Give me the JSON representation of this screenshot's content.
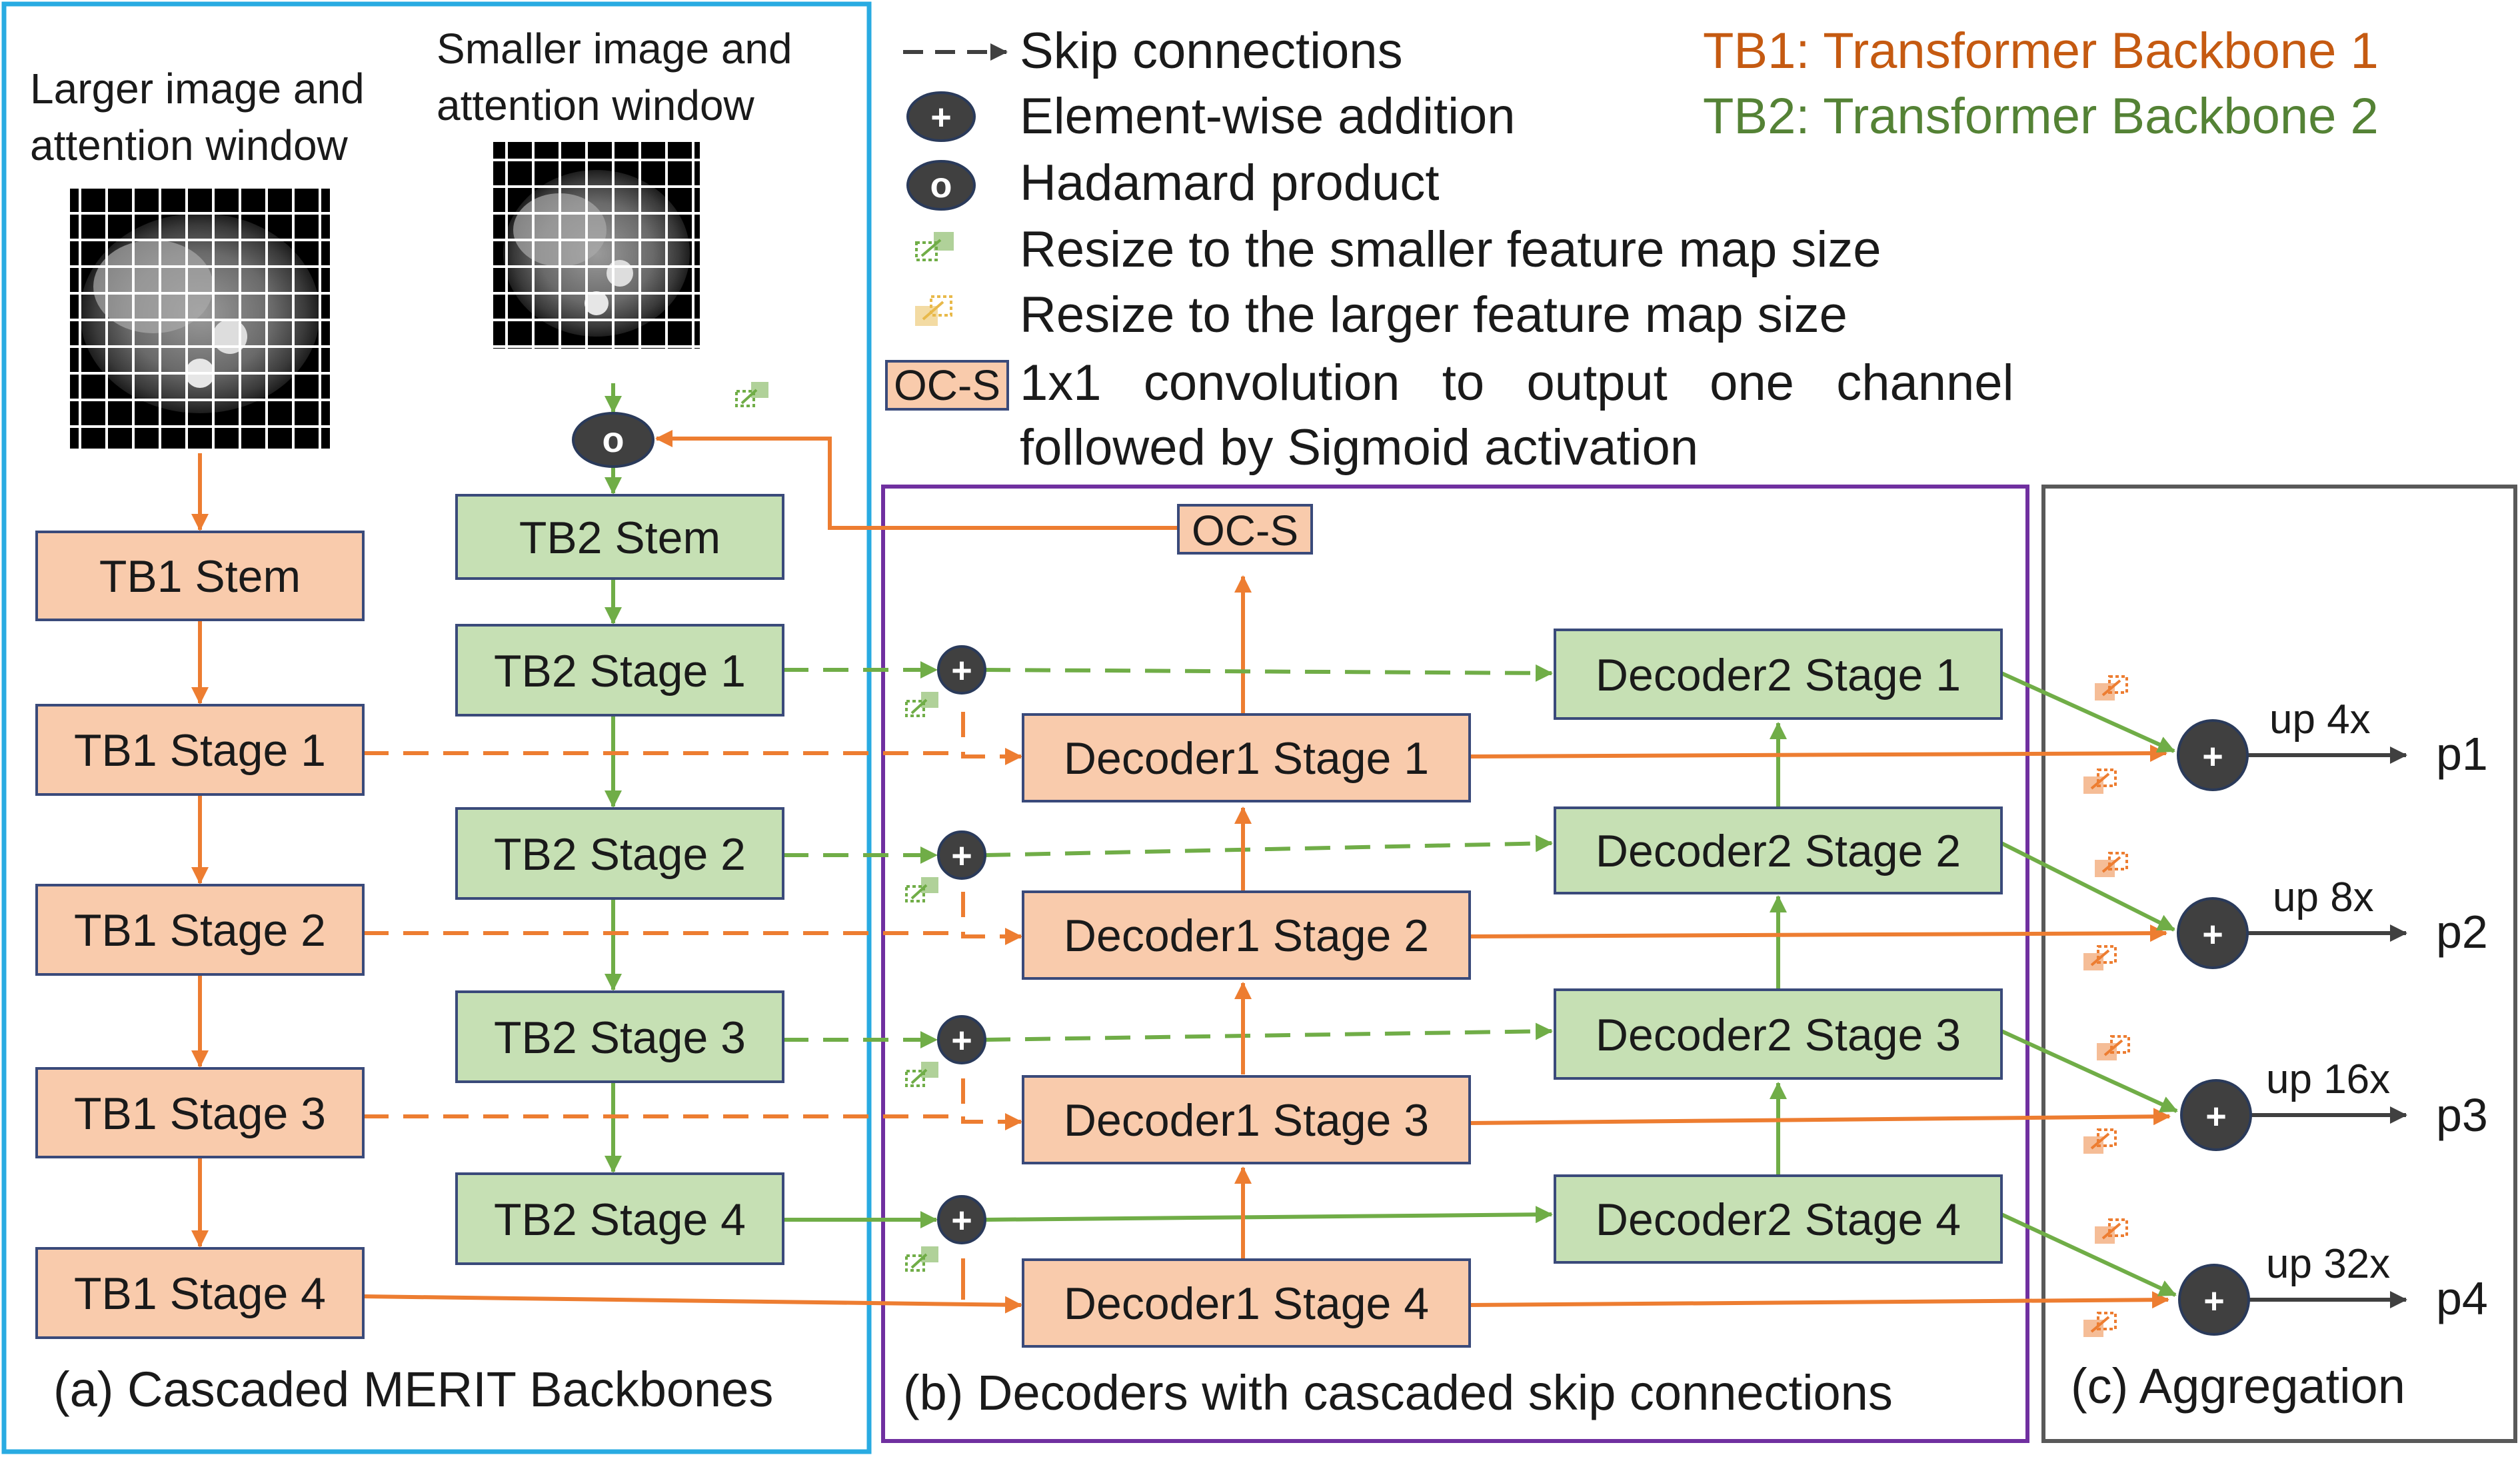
{
  "colors": {
    "tb1": "#f9cbac",
    "tb1_border": "#3a4a7a",
    "tb2": "#c6e0b4",
    "tb2_border": "#3a4a7a",
    "orange_line": "#ed7d31",
    "green_line": "#70ad47",
    "dark": "#404040",
    "panel_a": "#29abe2",
    "panel_b": "#7030a0",
    "panel_c": "#595959",
    "tb1_text": "#c55a11",
    "tb2_text": "#548235"
  },
  "panels": {
    "a": "(a) Cascaded MERIT Backbones",
    "b": "(b) Decoders with cascaded skip connections",
    "c": "(c) Aggregation"
  },
  "images": {
    "larger_line1": "Larger image and",
    "larger_line2": "attention window",
    "smaller_line1": "Smaller image and",
    "smaller_line2": "attention window"
  },
  "tb1": {
    "stem": "TB1 Stem",
    "stage1": "TB1 Stage 1",
    "stage2": "TB1 Stage 2",
    "stage3": "TB1 Stage 3",
    "stage4": "TB1 Stage 4"
  },
  "tb2": {
    "stem": "TB2 Stem",
    "stage1": "TB2 Stage 1",
    "stage2": "TB2 Stage 2",
    "stage3": "TB2 Stage 3",
    "stage4": "TB2 Stage 4"
  },
  "decoder1": {
    "stage1": "Decoder1 Stage 1",
    "stage2": "Decoder1 Stage 2",
    "stage3": "Decoder1 Stage 3",
    "stage4": "Decoder1 Stage 4"
  },
  "decoder2": {
    "stage1": "Decoder2 Stage 1",
    "stage2": "Decoder2 Stage 2",
    "stage3": "Decoder2 Stage 3",
    "stage4": "Decoder2 Stage 4"
  },
  "ocs": "OC-S",
  "ops": {
    "add": "+",
    "hadamard": "o"
  },
  "legend": {
    "skip": "Skip connections",
    "add": "Element-wise addition",
    "hadamard": "Hadamard product",
    "resize_small": "Resize to the smaller feature map size",
    "resize_large": "Resize to the larger feature map size",
    "ocs_line1": "1x1   convolution   to   output   one   channel",
    "ocs_line2": "followed by Sigmoid activation",
    "tb1": "TB1: Transformer Backbone 1",
    "tb2": "TB2: Transformer Backbone 2"
  },
  "aggregation": {
    "up1": "up 4x",
    "up2": "up 8x",
    "up3": "up 16x",
    "up4": "up 32x",
    "p1": "p1",
    "p2": "p2",
    "p3": "p3",
    "p4": "p4"
  }
}
